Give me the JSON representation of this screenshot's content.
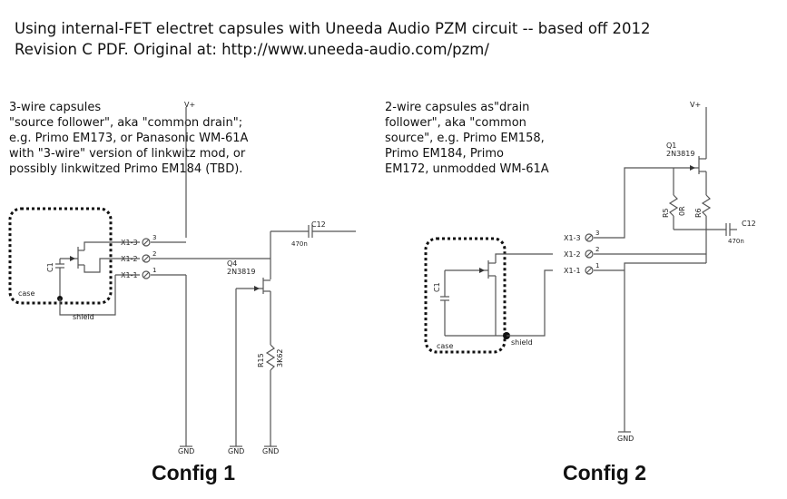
{
  "title": {
    "line1": "Using internal-FET electret capsules with Uneeda Audio PZM circuit -- based off 2012",
    "line2": "Revision C PDF. Original at: http://www.uneeda-audio.com/pzm/"
  },
  "config1": {
    "label": "Config 1",
    "description": [
      "3-wire capsules",
      "\"source follower\", aka \"common drain\";",
      "e.g. Primo EM173, or Panasonic WM-61A",
      "with \"3-wire\" version of linkwitz mod, or",
      "possibly linkwitzed Primo EM184 (TBD)."
    ],
    "supply": "V+",
    "cap_c12": "C12",
    "cap_c12_value": "470n",
    "connector_pins": [
      "X1-3",
      "X1-2",
      "X1-1"
    ],
    "pin_numbers": [
      "3",
      "2",
      "1"
    ],
    "capsule_cap": "C1",
    "transistor": "Q4",
    "transistor_type": "2N3819",
    "resistor": "R15",
    "resistor_value": "3K62",
    "case_label": "case",
    "shield_label": "shield",
    "gnd_labels": [
      "GND",
      "GND",
      "GND"
    ]
  },
  "config2": {
    "label": "Config 2",
    "description": [
      "2-wire capsules as\"drain",
      "follower\", aka \"common",
      "source\", e.g. Primo EM158,",
      "Primo EM184, Primo",
      "EM172, unmodded WM-61A"
    ],
    "supply": "V+",
    "transistor": "Q1",
    "transistor_type": "2N3819",
    "resistor_r5": "R5",
    "resistor_r5_value": "0R",
    "resistor_r6": "R6",
    "cap_c12": "C12",
    "cap_c12_value": "470n",
    "connector_pins": [
      "X1-3",
      "X1-2",
      "X1-1"
    ],
    "pin_numbers": [
      "3",
      "2",
      "1"
    ],
    "capsule_cap": "C1",
    "case_label": "case",
    "shield_label": "shield",
    "gnd_label": "GND"
  }
}
